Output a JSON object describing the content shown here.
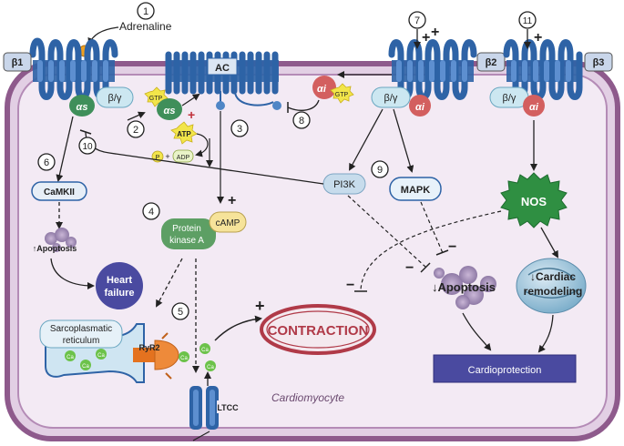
{
  "cell_label": "Cardiomyocyte",
  "stimulus": "Adrenaline",
  "receptors": {
    "b1": "β1",
    "b2": "β2",
    "b3": "β3"
  },
  "adenylyl_cyclase": "AC",
  "subunits": {
    "alpha_s": "αs",
    "alpha_i": "αi",
    "beta_gamma": "β/γ",
    "gtp": "GTP"
  },
  "metabolites": {
    "atp": "ATP",
    "p": "P",
    "plus": "+",
    "adp": "ADP",
    "camp": "cAMP",
    "ca": "Ca"
  },
  "kinases": {
    "pka_line1": "Protein",
    "pka_line2": "kinase A",
    "camkii": "CaMKII",
    "pi3k": "PI3K",
    "mapk": "MAPK",
    "nos": "NOS"
  },
  "outcomes": {
    "apoptosis_up": "↑Apoptosis",
    "heart_failure_line1": "Heart",
    "heart_failure_line2": "failure",
    "contraction": "CONTRACTION",
    "apoptosis_down": "↓Apoptosis",
    "remodeling_line1": "↓Cardiac",
    "remodeling_line2": "remodeling",
    "cardioprotection": "Cardioprotection"
  },
  "organelles": {
    "sr_line1": "Sarcoplasmatic",
    "sr_line2": "reticulum",
    "ryr2": "RyR2",
    "ltcc": "LTCC"
  },
  "signs": {
    "plus": "+",
    "minus": "−"
  },
  "steps": [
    "1",
    "2",
    "3",
    "4",
    "5",
    "6",
    "7",
    "8",
    "9",
    "10",
    "11"
  ],
  "colors": {
    "membrane": "#8e5a8c",
    "cytoplasm": "#f3eaf4",
    "receptor": "#2e63a6",
    "alpha_s": "#3f8f5a",
    "alpha_i": "#d35f5f",
    "beta_gamma": "#cce7f1",
    "pka": "#5d9f64",
    "nos": "#2f8f42",
    "contraction": "#b03a48",
    "cardioprotection": "#4a4aa0",
    "calcium": "#6cc24a",
    "ryr2": "#ee8a3a"
  }
}
